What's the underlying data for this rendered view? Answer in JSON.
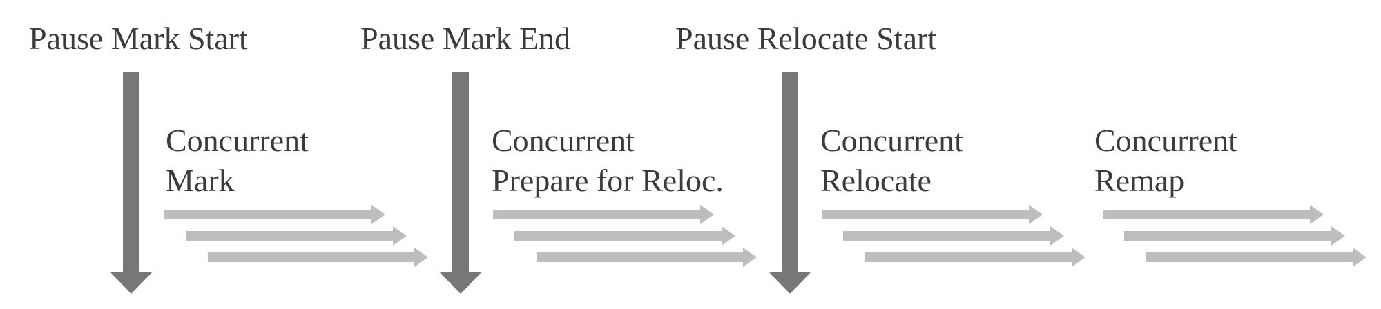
{
  "pauses": [
    {
      "label": "Pause Mark Start"
    },
    {
      "label": "Pause Mark End"
    },
    {
      "label": "Pause Relocate Start"
    }
  ],
  "phases": [
    {
      "line1": "Concurrent",
      "line2": "Mark"
    },
    {
      "line1": "Concurrent",
      "line2": "Prepare for Reloc."
    },
    {
      "line1": "Concurrent",
      "line2": "Relocate"
    },
    {
      "line1": "Concurrent",
      "line2": "Remap"
    }
  ],
  "colors": {
    "pause_arrow": "#777777",
    "concurrent_arrow": "#bdbdbd",
    "text": "#3b3b3b"
  }
}
